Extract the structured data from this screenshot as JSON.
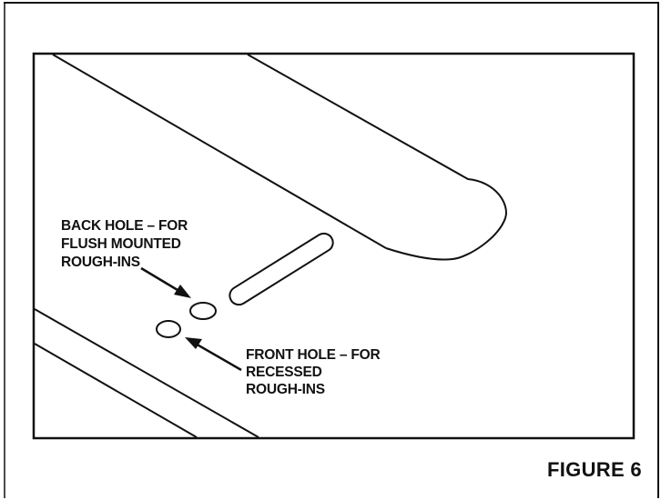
{
  "figure": {
    "title": "FIGURE 6",
    "back_hole_label": [
      "BACK HOLE – FOR",
      "FLUSH MOUNTED",
      "ROUGH-INS"
    ],
    "front_hole_label": [
      "FRONT HOLE – FOR",
      "RECESSED",
      "ROUGH-INS"
    ]
  },
  "colors": {
    "line": "#111111",
    "background": "#ffffff"
  }
}
